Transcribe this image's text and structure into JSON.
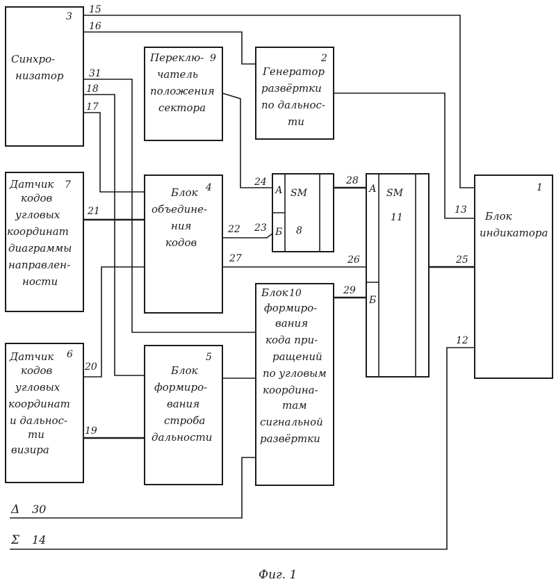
{
  "blocks": {
    "indicator": {
      "number": "1",
      "lines": [
        "Блок",
        "индикатора"
      ]
    },
    "sweep_generator": {
      "number": "2",
      "lines": [
        "Генератор",
        "развёртки",
        "по дальнос-",
        "ти"
      ]
    },
    "synchronizer": {
      "number": "3",
      "lines": [
        "Синхро-",
        "низатор"
      ]
    },
    "code_combiner": {
      "number": "4",
      "lines": [
        "Блок",
        "объедине-",
        "ния",
        "кодов"
      ]
    },
    "strobe_former": {
      "number": "5",
      "lines": [
        "Блок",
        "формиро-",
        "вания",
        "строба",
        "дальности"
      ]
    },
    "sensor_6": {
      "number": "6",
      "lines": [
        "Датчик",
        "кодов",
        "угловых",
        "координат",
        "и дальнос-",
        "ти",
        "визира"
      ]
    },
    "sensor_7": {
      "number": "7",
      "lines": [
        "Датчик",
        "кодов",
        "угловых",
        "координат",
        "диаграммы",
        "направлен-",
        "ности"
      ]
    },
    "adder_8": {
      "number": "8",
      "title": "SM",
      "port_a": "А",
      "port_b": "Б"
    },
    "sector_switch": {
      "number": "9",
      "lines": [
        "Переклю-",
        "чатель",
        "положения",
        "сектора"
      ]
    },
    "increment_former": {
      "number": "10",
      "lines": [
        "Блок",
        "формиро-",
        "вания",
        "кода при-",
        "ращений",
        "по угловым",
        "координа-",
        "там",
        "сигнальной",
        "развёртки"
      ]
    },
    "adder_11": {
      "number": "11",
      "title": "SM",
      "port_a": "А",
      "port_b": "Б"
    }
  },
  "wire_labels": [
    "12",
    "13",
    "15",
    "16",
    "17",
    "18",
    "19",
    "20",
    "21",
    "22",
    "23",
    "24",
    "25",
    "26",
    "27",
    "28",
    "29",
    "31"
  ],
  "bus_delta": {
    "symbol": "Δ",
    "number": "30"
  },
  "bus_sigma": {
    "symbol": "Σ",
    "number": "14"
  },
  "caption": "Фиг. 1"
}
